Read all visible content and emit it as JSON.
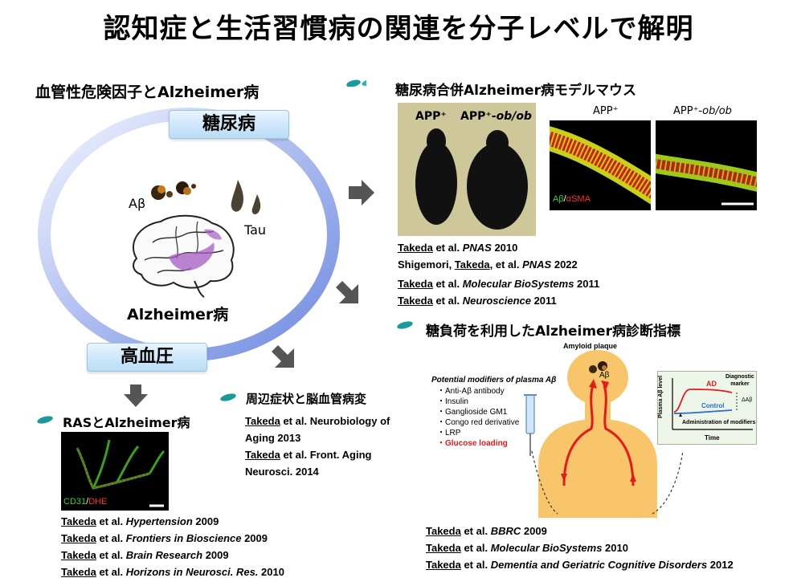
{
  "title": "認知症と生活習慣病の関連を分子レベルで解明",
  "left_heading": "血管性危険因子とAlzheimer病",
  "pill_diabetes": "糖尿病",
  "pill_hypertension": "高血圧",
  "abeta_label": "Aβ",
  "tau_label": "Tau",
  "alzheimer_label": "Alzheimer病",
  "sec_model": "糖尿病合併Alzheimer病モデルマウス",
  "mouse_label_1": "APP⁺",
  "mouse_label_2a": "APP⁺-",
  "mouse_label_2b": "ob/ob",
  "vessel_label_1": "APP⁺",
  "vessel_label_2a": "APP⁺-",
  "vessel_label_2b": "ob/ob",
  "stain_green": "Aβ",
  "stain_sep": "/",
  "stain_red": "αSMA",
  "model_refs": [
    {
      "a": "Takeda",
      "b": " et al. ",
      "c": "PNAS",
      "d": " 2010"
    },
    {
      "a": "Shigemori, ",
      "u": "Takeda",
      "b": ", et al. ",
      "c": "PNAS",
      "d": " 2022"
    },
    {
      "a": "Takeda",
      "b": " et al. ",
      "c": "Molecular BioSystems",
      "d": " 2011"
    },
    {
      "a": "Takeda",
      "b": " et al. ",
      "c": "Neuroscience",
      "d": " 2011"
    }
  ],
  "sec_diagnosis": "糖負荷を利用したAlzheimer病診断指標",
  "amyloid_plaque": "Amyloid plaque",
  "abeta_small": "Aβ",
  "modifiers_title": "Potential modifiers of plasma Aβ",
  "modifiers": [
    "Anti-Aβ antibody",
    "Insulin",
    "Ganglioside GM1",
    "Congo red derivative",
    "LRP",
    "Glucose loading"
  ],
  "graph": {
    "ylabel": "Plasma Aβ level",
    "xlabel": "Time",
    "ad": "AD",
    "control": "Control",
    "delta": "ΔAβ",
    "marker_1": "Diagnostic",
    "marker_2": "marker",
    "admin": "Administration of modifiers"
  },
  "diag_refs": [
    {
      "a": "Takeda",
      "b": " et al. ",
      "c": "BBRC",
      "d": " 2009"
    },
    {
      "a": "Takeda",
      "b": " et al. ",
      "c": "Molecular BioSystems",
      "d": " 2010"
    },
    {
      "a": "Takeda",
      "b": " et al. ",
      "c": "Dementia and Geriatric Cognitive Disorders",
      "d": " 2012"
    }
  ],
  "sec_peripheral": "周辺症状と脳血管病変",
  "peripheral_refs": [
    {
      "u": "Takeda",
      "t": " et al. Neurobiology of"
    },
    {
      "t": "Aging 2013"
    },
    {
      "u": "Takeda",
      "t": " et al. Front. Aging"
    },
    {
      "t": "Neurosci. 2014"
    }
  ],
  "sec_ras": "RASとAlzheimer病",
  "cd31": "CD31",
  "dhe_sep": "/",
  "dhe": "DHE",
  "ras_refs": [
    {
      "a": "Takeda",
      "b": " et al. ",
      "c": "Hypertension",
      "d": " 2009"
    },
    {
      "a": "Takeda",
      "b": " et al. ",
      "c": "Frontiers in Bioscience",
      "d": " 2009"
    },
    {
      "a": "Takeda",
      "b": " et al. ",
      "c": "Brain Research",
      "d": " 2009"
    },
    {
      "a": "Takeda",
      "b": " et al. ",
      "c": "Horizons in Neurosci. Res.",
      "d": " 2010"
    }
  ],
  "colors": {
    "accent_red": "#e31b1b",
    "pill": "#c7e4f8",
    "ring": "#8fa6e8"
  }
}
